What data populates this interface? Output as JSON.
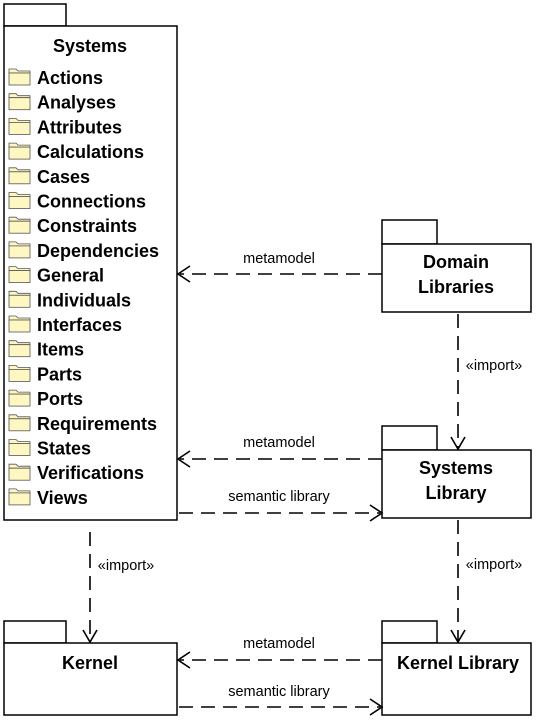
{
  "packages": {
    "systems": {
      "title": "Systems",
      "items": [
        "Actions",
        "Analyses",
        "Attributes",
        "Calculations",
        "Cases",
        "Connections",
        "Constraints",
        "Dependencies",
        "General",
        "Individuals",
        "Interfaces",
        "Items",
        "Parts",
        "Ports",
        "Requirements",
        "States",
        "Verifications",
        "Views"
      ]
    },
    "domain_libraries": {
      "title_line1": "Domain",
      "title_line2": "Libraries"
    },
    "systems_library": {
      "title_line1": "Systems",
      "title_line2": "Library"
    },
    "kernel": {
      "title": "Kernel"
    },
    "kernel_library": {
      "title": "Kernel Library"
    }
  },
  "relationships": {
    "domain_to_systems": "metamodel",
    "domain_to_systems_library": "«import»",
    "systems_library_to_systems": "metamodel",
    "systems_to_systems_library": "semantic library",
    "systems_to_kernel": "«import»",
    "systems_library_to_kernel_library": "«import»",
    "kernel_library_to_kernel": "metamodel",
    "kernel_to_kernel_library": "semantic library"
  },
  "colors": {
    "folder_icon_fill": "#fff7c2",
    "folder_icon_stroke": "#555555"
  },
  "icons": {
    "package_item": "folder-icon"
  }
}
